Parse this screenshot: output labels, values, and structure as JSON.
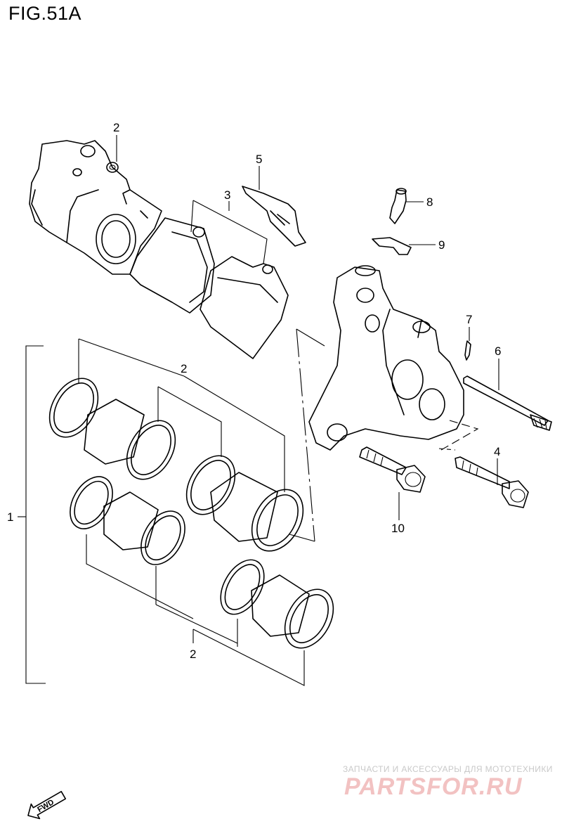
{
  "figure": {
    "title": "FIG.51A"
  },
  "callouts": [
    {
      "id": "c1",
      "label": "1"
    },
    {
      "id": "c2a",
      "label": "2"
    },
    {
      "id": "c2b",
      "label": "2"
    },
    {
      "id": "c2c",
      "label": "2"
    },
    {
      "id": "c3",
      "label": "3"
    },
    {
      "id": "c4",
      "label": "4"
    },
    {
      "id": "c5",
      "label": "5"
    },
    {
      "id": "c6",
      "label": "6"
    },
    {
      "id": "c7",
      "label": "7"
    },
    {
      "id": "c8",
      "label": "8"
    },
    {
      "id": "c9",
      "label": "9"
    },
    {
      "id": "c10",
      "label": "10"
    }
  ],
  "direction_arrow": {
    "label": "FWD"
  },
  "watermark": {
    "caption": "ЗАПЧАСТИ И АКСЕССУАРЫ ДЛЯ МОТОТЕХНИКИ",
    "logo": "PARTSFOR.RU"
  }
}
